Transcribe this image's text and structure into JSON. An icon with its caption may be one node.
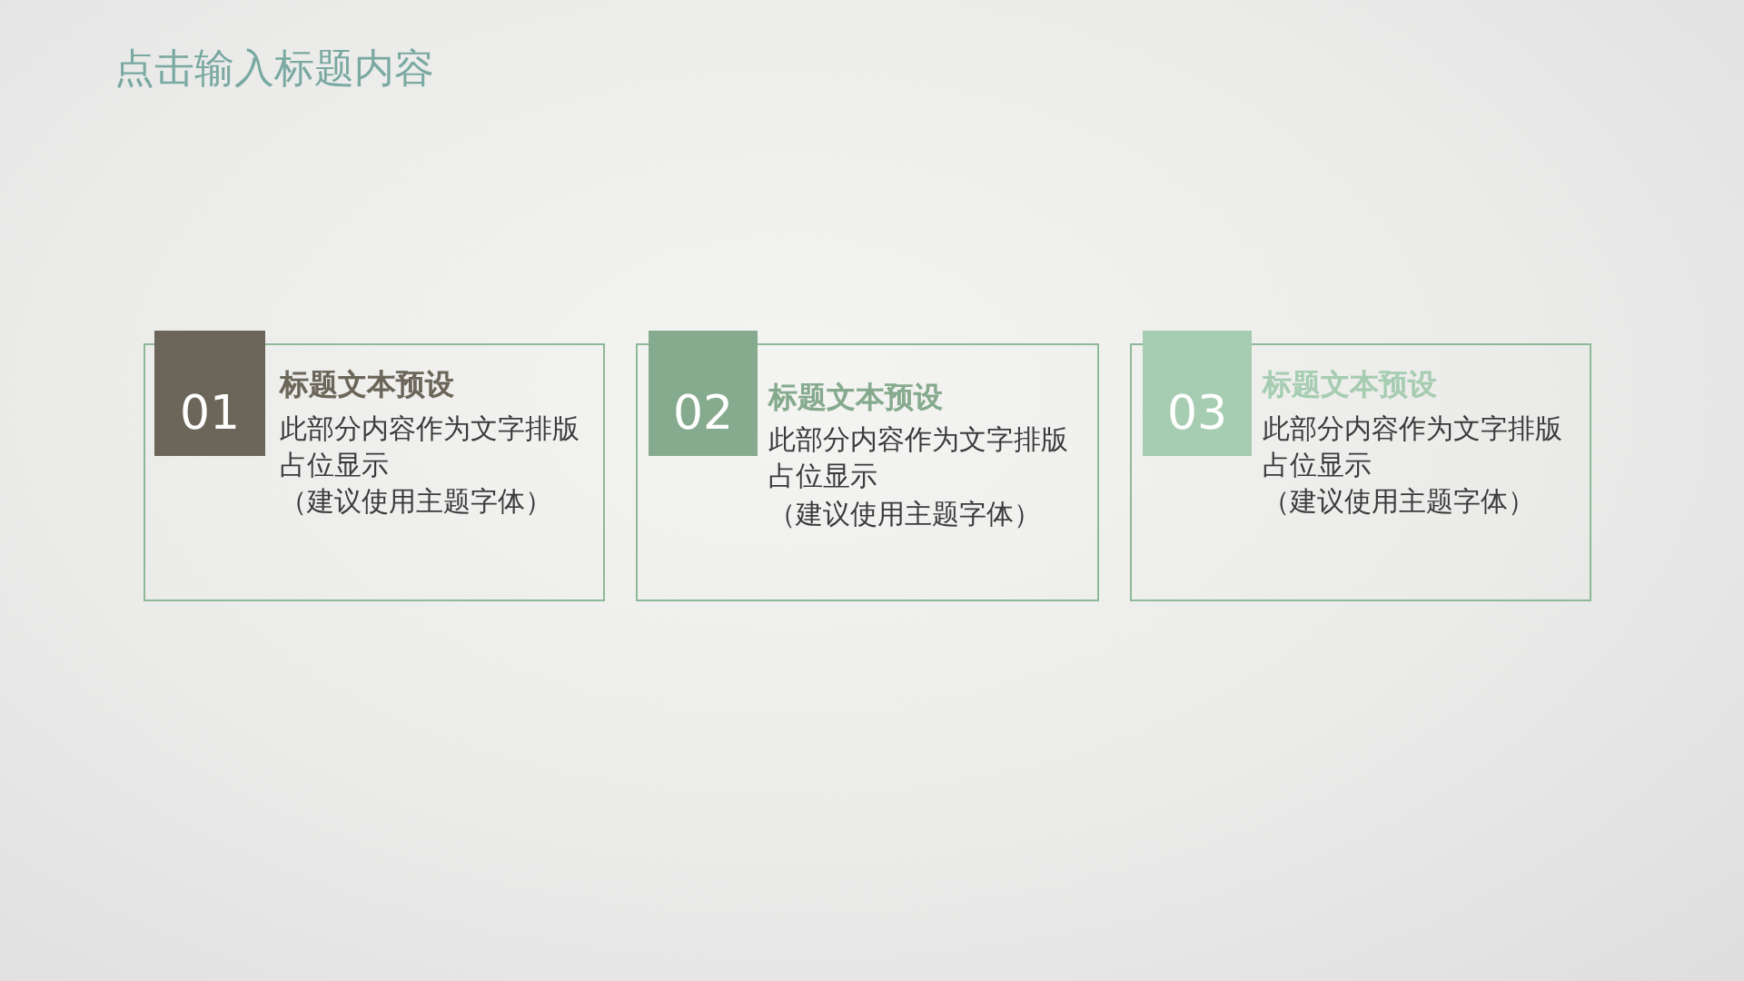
{
  "diagram": {
    "title": "点击输入标题内容",
    "nodes": [
      {
        "text": [
          "01"
        ]
      },
      {
        "text": [
          "标题文本预设",
          "此部分内容作为文字排版占位显示",
          "（建议使用主题字体）"
        ]
      },
      {
        "text": [
          "02"
        ]
      },
      {
        "text": [
          "标题文本预设",
          "此部分内容作为文字排版占位显示",
          "（建议使用主题字体）"
        ]
      },
      {
        "text": [
          "03"
        ]
      },
      {
        "text": [
          "标题文本预设",
          "此部分内容作为文字排版占位显示",
          "（建议使用主题字体）"
        ]
      }
    ]
  }
}
